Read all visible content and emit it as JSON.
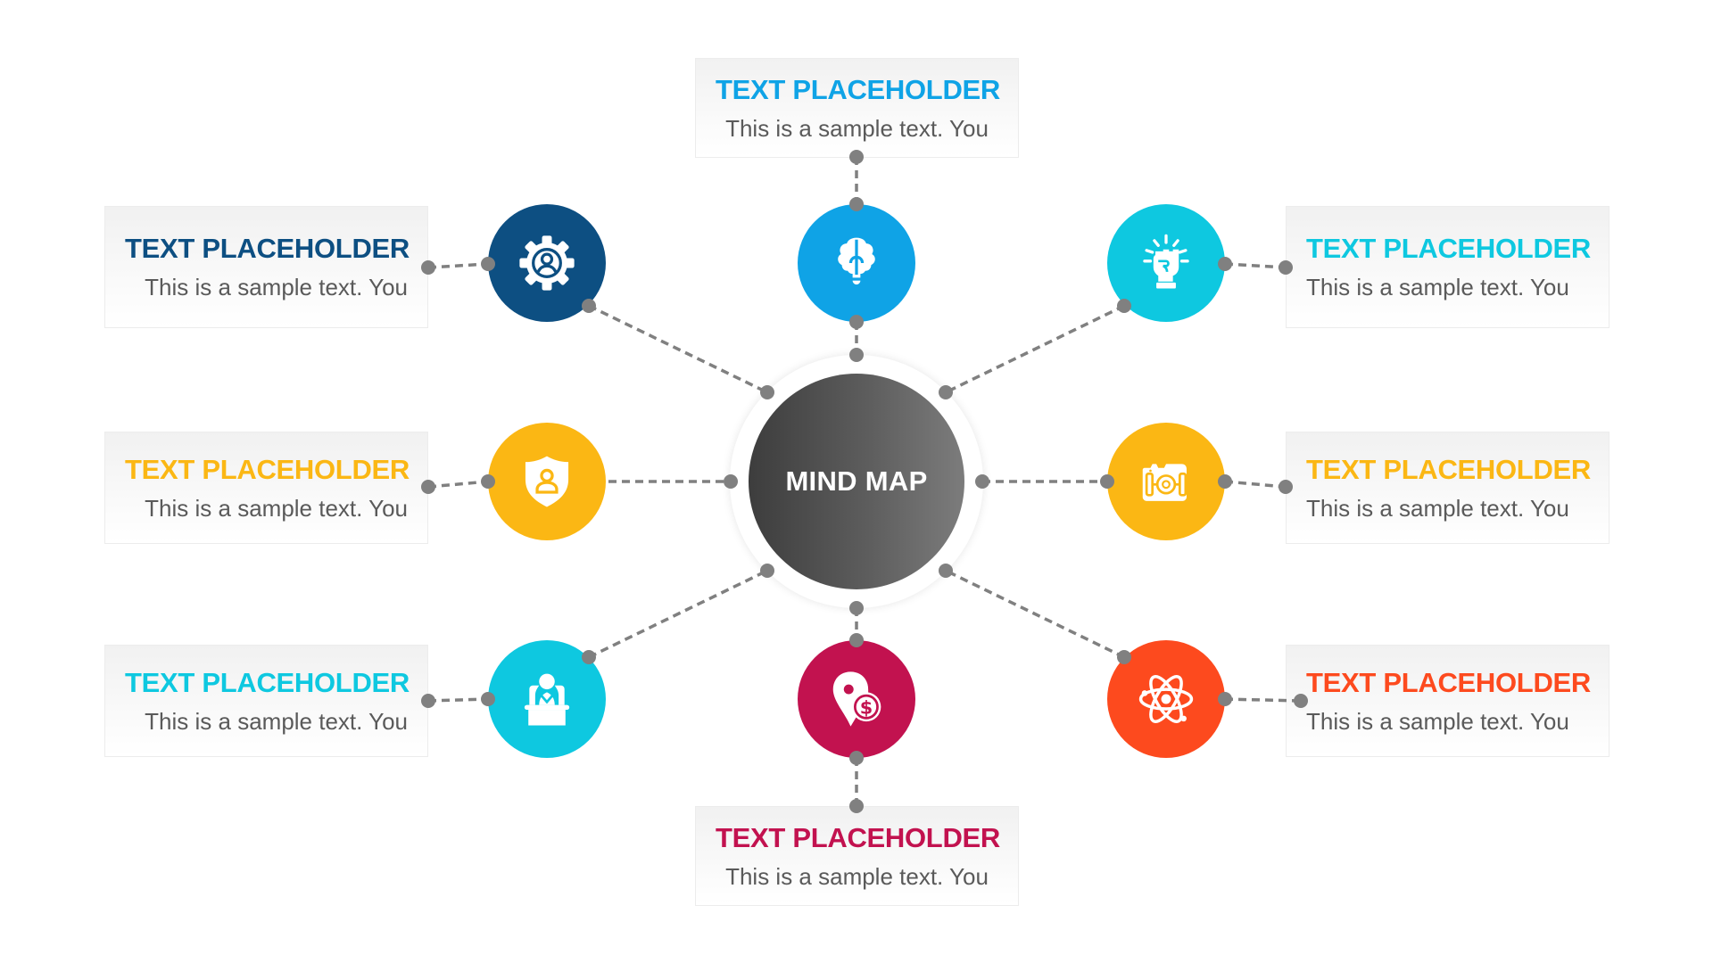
{
  "hub": {
    "label": "MIND MAP"
  },
  "colors": {
    "connector": "#808080",
    "body_text": "#5a5a5a",
    "hub_gradient": [
      "#3d3d3d",
      "#7c7c7c"
    ]
  },
  "nodes": [
    {
      "position": "top",
      "icon": "brain-lightbulb-icon",
      "color": "#0fa3e6",
      "title": "TEXT PLACEHOLDER",
      "body": "This is a sample text. You"
    },
    {
      "position": "top-left",
      "icon": "gear-user-icon",
      "color": "#0d4f82",
      "title": "TEXT PLACEHOLDER",
      "body": "This is a sample text. You"
    },
    {
      "position": "top-right",
      "icon": "raised-fist-icon",
      "color": "#0ec8e0",
      "title": "TEXT PLACEHOLDER",
      "body": "This is a sample text. You"
    },
    {
      "position": "middle-left",
      "icon": "shield-user-icon",
      "color": "#fbb714",
      "title": "TEXT PLACEHOLDER",
      "body": "This is a sample text. You"
    },
    {
      "position": "middle-right",
      "icon": "camera-icon",
      "color": "#fbb714",
      "title": "TEXT PLACEHOLDER",
      "body": "This is a sample text. You"
    },
    {
      "position": "bottom-left",
      "icon": "podium-speaker-icon",
      "color": "#0ec8e0",
      "title": "TEXT PLACEHOLDER",
      "body": "This is a sample text. You"
    },
    {
      "position": "bottom",
      "icon": "location-dollar-icon",
      "color": "#c2124f",
      "title": "TEXT PLACEHOLDER",
      "body": "This is a sample text. You"
    },
    {
      "position": "bottom-right",
      "icon": "atom-icon",
      "color": "#fd4a1e",
      "title": "TEXT PLACEHOLDER",
      "body": "This is a sample text. You"
    }
  ]
}
